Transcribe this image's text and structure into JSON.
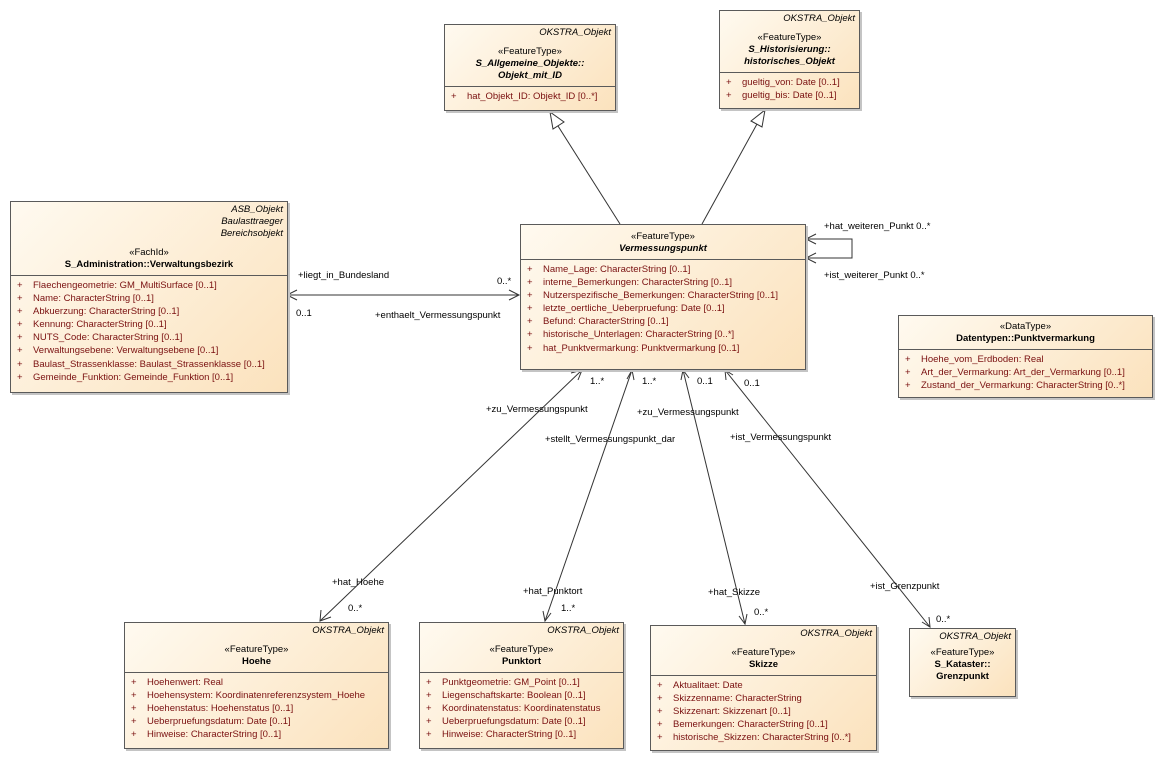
{
  "classes": {
    "verwaltungsbezirk": {
      "tags": [
        "ASB_Objekt",
        "Baulasttraeger",
        "Bereichsobjekt"
      ],
      "stereotype": "«FachId»",
      "name": "S_Administration::Verwaltungsbezirk",
      "attributes": [
        "Flaechengeometrie: GM_MultiSurface [0..1]",
        "Name: CharacterString [0..1]",
        "Abkuerzung: CharacterString [0..1]",
        "Kennung: CharacterString [0..1]",
        "NUTS_Code: CharacterString [0..1]",
        "Verwaltungsebene: Verwaltungsebene [0..1]",
        "Baulast_Strassenklasse: Baulast_Strassenklasse [0..1]",
        "Gemeinde_Funktion: Gemeinde_Funktion [0..1]"
      ]
    },
    "objekt_mit_id": {
      "tags": [
        "OKSTRA_Objekt"
      ],
      "stereotype": "«FeatureType»",
      "name_lines": [
        "S_Allgemeine_Objekte::",
        "Objekt_mit_ID"
      ],
      "attributes": [
        "hat_Objekt_ID: Objekt_ID [0..*]"
      ]
    },
    "historisches_objekt": {
      "tags": [
        "OKSTRA_Objekt"
      ],
      "stereotype": "«FeatureType»",
      "name_lines": [
        "S_Historisierung::",
        "historisches_Objekt"
      ],
      "attributes": [
        "gueltig_von: Date [0..1]",
        "gueltig_bis: Date [0..1]"
      ]
    },
    "vermessungspunkt": {
      "stereotype": "«FeatureType»",
      "name": "Vermessungspunkt",
      "attributes": [
        "Name_Lage: CharacterString [0..1]",
        "interne_Bemerkungen: CharacterString [0..1]",
        "Nutzerspezifische_Bemerkungen: CharacterString [0..1]",
        "letzte_oertliche_Ueberpruefung: Date [0..1]",
        "Befund: CharacterString [0..1]",
        "historische_Unterlagen: CharacterString [0..*]",
        "hat_Punktvermarkung: Punktvermarkung [0..1]"
      ]
    },
    "punktvermarkung": {
      "stereotype": "«DataType»",
      "name": "Datentypen::Punktvermarkung",
      "attributes": [
        "Hoehe_vom_Erdboden: Real",
        "Art_der_Vermarkung: Art_der_Vermarkung [0..1]",
        "Zustand_der_Vermarkung: CharacterString [0..*]"
      ]
    },
    "hoehe": {
      "tags": [
        "OKSTRA_Objekt"
      ],
      "stereotype": "«FeatureType»",
      "name": "Hoehe",
      "attributes": [
        "Hoehenwert: Real",
        "Hoehensystem: Koordinatenreferenzsystem_Hoehe",
        "Hoehenstatus: Hoehenstatus [0..1]",
        "Ueberpruefungsdatum: Date [0..1]",
        "Hinweise: CharacterString [0..1]"
      ]
    },
    "punktort": {
      "tags": [
        "OKSTRA_Objekt"
      ],
      "stereotype": "«FeatureType»",
      "name": "Punktort",
      "attributes": [
        "Punktgeometrie: GM_Point [0..1]",
        "Liegenschaftskarte: Boolean [0..1]",
        "Koordinatenstatus: Koordinatenstatus",
        "Ueberpruefungsdatum: Date [0..1]",
        "Hinweise: CharacterString [0..1]"
      ]
    },
    "skizze": {
      "tags": [
        "OKSTRA_Objekt"
      ],
      "stereotype": "«FeatureType»",
      "name": "Skizze",
      "attributes": [
        "Aktualitaet: Date",
        "Skizzenname: CharacterString",
        "Skizzenart: Skizzenart [0..1]",
        "Bemerkungen: CharacterString [0..1]",
        "historische_Skizzen: CharacterString [0..*]"
      ]
    },
    "grenzpunkt": {
      "tags": [
        "OKSTRA_Objekt"
      ],
      "stereotype": "«FeatureType»",
      "name_lines": [
        "S_Kataster::",
        "Grenzpunkt"
      ],
      "attributes": []
    }
  },
  "attribute_marker": "+",
  "labels": {
    "liegt_in_bundesland": "+liegt_in_Bundesland",
    "mult_0star_vb": "0..*",
    "mult_01_vb": "0..1",
    "enthaelt_vermessungspunkt": "+enthaelt_Vermessungspunkt",
    "hat_weiteren_punkt": "+hat_weiteren_Punkt 0..*",
    "ist_weiterer_punkt": "+ist_weiterer_Punkt 0..*",
    "mult_1star_a": "1..*",
    "mult_1star_b": "1..*",
    "mult_01_c": "0..1",
    "mult_01_d": "0..1",
    "zu_vermessungspunkt_1": "+zu_Vermessungspunkt",
    "zu_vermessungspunkt_2": "+zu_Vermessungspunkt",
    "stellt_vermessungspunkt_dar": "+stellt_Vermessungspunkt_dar",
    "ist_vermessungspunkt": "+ist_Vermessungspunkt",
    "hat_hoehe": "+hat_Hoehe",
    "mult_0star_hoehe": "0..*",
    "hat_punktort": "+hat_Punktort",
    "mult_1star_punktort": "1..*",
    "hat_skizze": "+hat_Skizze",
    "mult_0star_skizze": "0..*",
    "ist_grenzpunkt": "+ist_Grenzpunkt",
    "mult_0star_grenz": "0..*"
  }
}
